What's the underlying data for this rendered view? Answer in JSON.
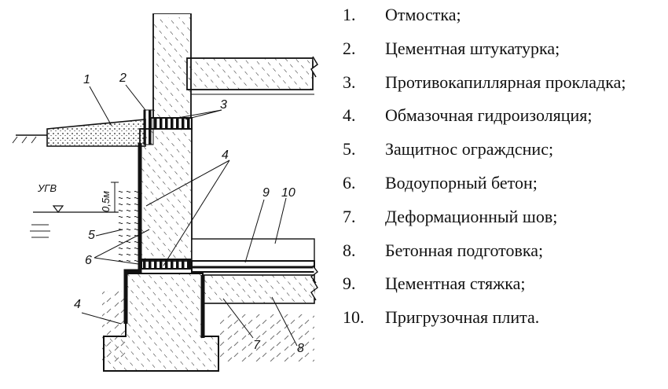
{
  "diagram": {
    "callouts": [
      "1",
      "2",
      "3",
      "4",
      "5",
      "6",
      "7",
      "8",
      "9",
      "10"
    ],
    "groundwater_label": "УГВ",
    "dimension_label": "0,5м"
  },
  "legend": {
    "items": [
      {
        "num": "1.",
        "text": "Отмостка;"
      },
      {
        "num": "2.",
        "text": "Цементная штукатурка;"
      },
      {
        "num": "3.",
        "text": "Противокапиллярная прокладка;"
      },
      {
        "num": "4.",
        "text": "Обмазочная гидроизоляция;"
      },
      {
        "num": "5.",
        "text": "Защитнос ограждснис;"
      },
      {
        "num": "6.",
        "text": "Водоупорный бетон;"
      },
      {
        "num": "7.",
        "text": "Деформационный шов;"
      },
      {
        "num": "8.",
        "text": "Бетонная подготовка;"
      },
      {
        "num": "9.",
        "text": "Цементная стяжка;"
      },
      {
        "num": "10.",
        "text": "Пригрузочная плита."
      }
    ]
  }
}
